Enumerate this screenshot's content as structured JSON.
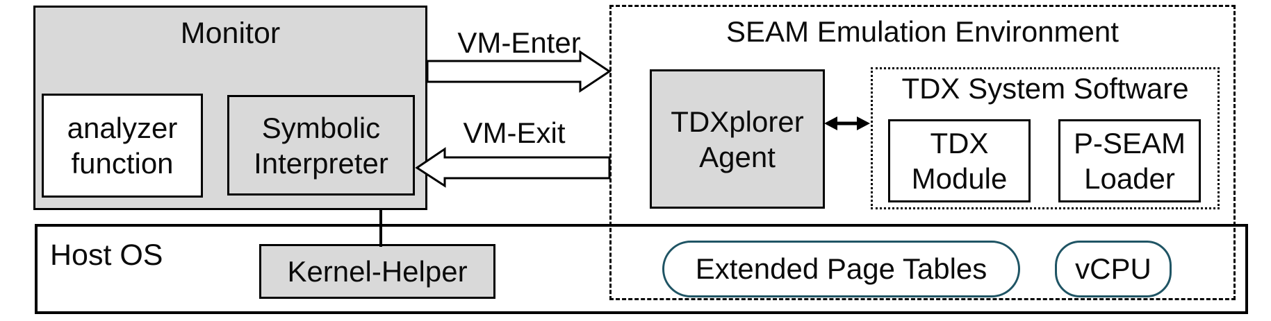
{
  "colors": {
    "box_fill_gray": "#d9d9d9",
    "line_black": "#000000",
    "stadium_border_teal": "#1f5464",
    "background": "#ffffff"
  },
  "monitor": {
    "title": "Monitor",
    "analyzer": {
      "line1": "analyzer",
      "line2": "function"
    },
    "symbolic": {
      "line1": "Symbolic",
      "line2": "Interpreter"
    }
  },
  "arrows": {
    "vm_enter_label": "VM-Enter",
    "vm_exit_label": "VM-Exit"
  },
  "seam": {
    "title": "SEAM Emulation Environment",
    "agent": {
      "line1": "TDXplorer",
      "line2": "Agent"
    },
    "tdx_system": {
      "title": "TDX System Software",
      "tdx_module": {
        "line1": "TDX",
        "line2": "Module"
      },
      "pseam_loader": {
        "line1": "P-SEAM",
        "line2": "Loader"
      }
    }
  },
  "host": {
    "title": "Host OS",
    "kernel_helper": "Kernel-Helper",
    "extended_page_tables": "Extended Page Tables",
    "vcpu": "vCPU"
  }
}
